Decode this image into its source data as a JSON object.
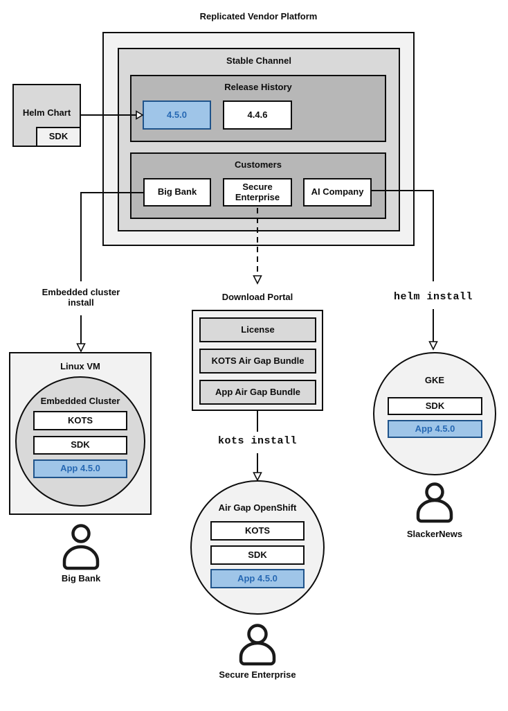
{
  "title": "Replicated Vendor Platform",
  "platform": {
    "stable_channel": {
      "title": "Stable Channel",
      "release_history": {
        "title": "Release History",
        "releases": [
          {
            "version": "4.5.0",
            "highlighted": true
          },
          {
            "version": "4.4.6",
            "highlighted": false
          }
        ]
      },
      "customers": {
        "title": "Customers",
        "items": [
          "Big Bank",
          "Secure Enterprise",
          "AI Company"
        ]
      }
    }
  },
  "helm_chart": {
    "label": "Helm Chart",
    "sdk": "SDK"
  },
  "flows": {
    "embedded": {
      "arrow_label": "Embedded cluster install",
      "node_title": "Linux VM",
      "cluster_title": "Embedded Cluster",
      "components": [
        "KOTS",
        "SDK",
        "App 4.5.0"
      ],
      "persona": "Big Bank"
    },
    "airgap": {
      "portal_title": "Download Portal",
      "portal_items": [
        "License",
        "KOTS Air Gap Bundle",
        "App Air Gap Bundle"
      ],
      "command": "kots install",
      "node_title": "Air Gap OpenShift",
      "components": [
        "KOTS",
        "SDK",
        "App 4.5.0"
      ],
      "persona": "Secure Enterprise"
    },
    "helm": {
      "command": "helm install",
      "node_title": "GKE",
      "components": [
        "SDK",
        "App 4.5.0"
      ],
      "persona": "SlackerNews"
    }
  },
  "icons": {
    "user": "user-icon",
    "arrow": "arrow-connector"
  },
  "colors": {
    "highlight_fill": "#9fc5e8",
    "highlight_border": "#1f538a",
    "highlight_text": "#2668b3",
    "line": "#0d0d0d",
    "gray_light": "#f2f2f2",
    "gray_mid": "#d9d9d9",
    "gray_dark": "#b7b7b7"
  }
}
